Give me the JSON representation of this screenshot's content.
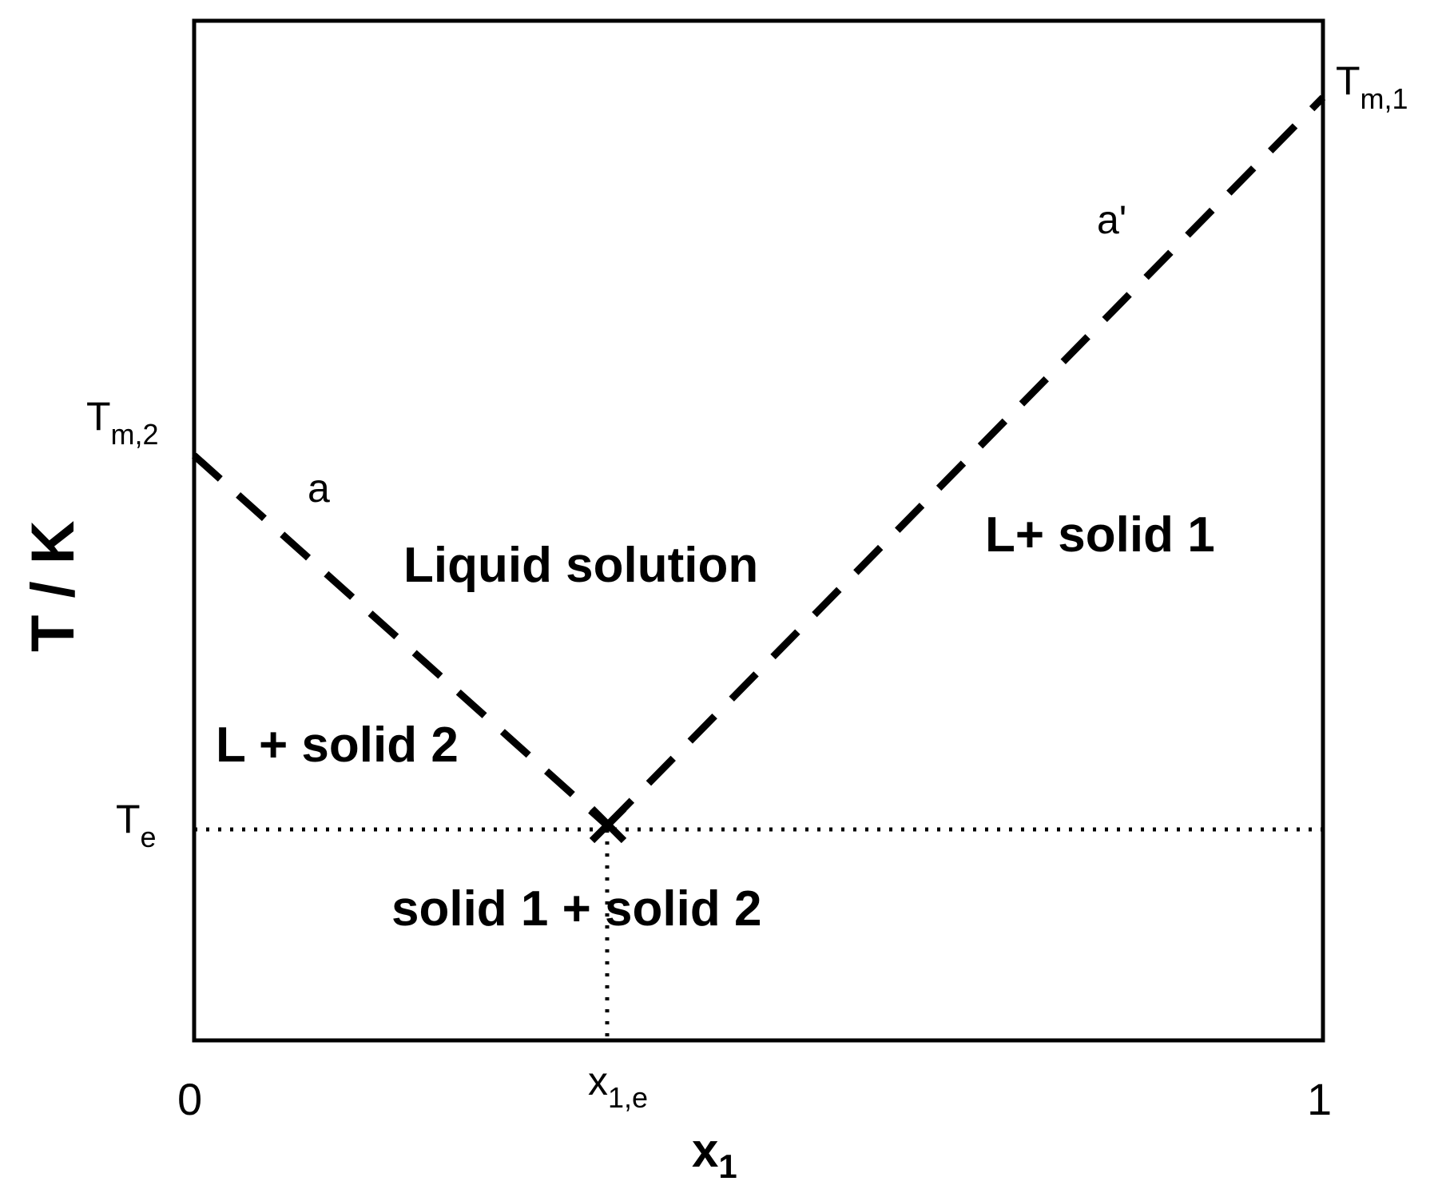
{
  "diagram": {
    "axes": {
      "x_label": "x",
      "x_label_sub": "1",
      "y_label": "T / K",
      "x_ticks": [
        {
          "text": "0"
        },
        {
          "text": "x",
          "sub": "1,e"
        },
        {
          "text": "1"
        }
      ],
      "y_markers": [
        {
          "text": "T",
          "sub": "m,1"
        },
        {
          "text": "T",
          "sub": "m,2"
        },
        {
          "text": "T",
          "sub": "e"
        }
      ]
    },
    "curves": [
      {
        "id": "liquidus-a",
        "label": "a",
        "from": [
          "0",
          "T_m,2"
        ],
        "to": [
          "x_1,e",
          "T_e"
        ],
        "style": "dashed"
      },
      {
        "id": "liquidus-a-prime",
        "label": "a'",
        "from": [
          "x_1,e",
          "T_e"
        ],
        "to": [
          "1",
          "T_m,1"
        ],
        "style": "dashed"
      },
      {
        "id": "eutectic-line",
        "style": "dotted"
      },
      {
        "id": "eutectic-composition-line",
        "style": "dotted"
      }
    ],
    "regions": {
      "liquid": "Liquid solution",
      "l_solid1": "L+ solid 1",
      "l_solid2": "L + solid 2",
      "solid_solid": "solid 1 + solid 2"
    },
    "colors": {
      "ink": "#000000",
      "background": "#ffffff"
    }
  }
}
